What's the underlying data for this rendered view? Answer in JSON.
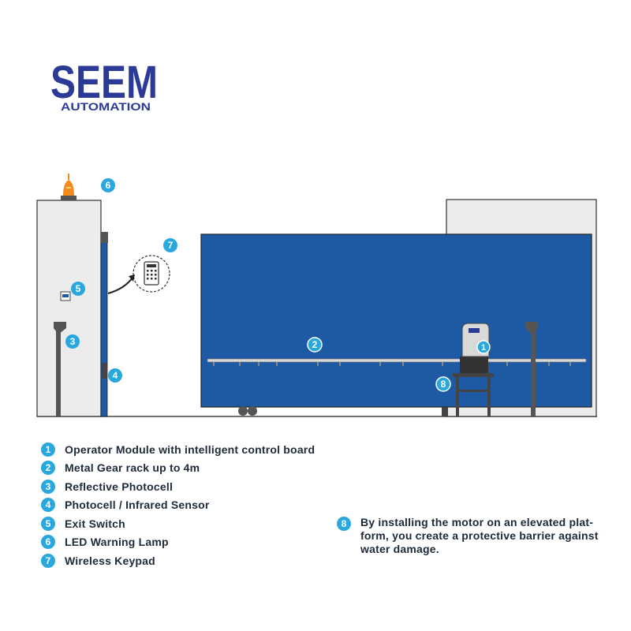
{
  "logo": {
    "brand": "SEEM",
    "tagline": "AUTOMATION",
    "brand_color": "#2b3a97"
  },
  "colors": {
    "gate_blue": "#1e5aa4",
    "callout_blue": "#29a8e0",
    "wall_gray": "#ececec",
    "outline": "#333333",
    "lamp_orange": "#f28c1e"
  },
  "diagram": {
    "keypad_icon": "keypad-icon",
    "lamp_icon": "warning-lamp-icon",
    "callouts": [
      {
        "number": "1",
        "label": "Operator Module"
      },
      {
        "number": "2",
        "label": "Metal Gear rack"
      },
      {
        "number": "3",
        "label": "Reflective Photocell"
      },
      {
        "number": "4",
        "label": "Photocell / Infrared Sensor"
      },
      {
        "number": "5",
        "label": "Exit Switch"
      },
      {
        "number": "6",
        "label": "LED Warning Lamp"
      },
      {
        "number": "7",
        "label": "Wireless Keypad"
      },
      {
        "number": "8",
        "label": "Elevated platform"
      }
    ]
  },
  "legend": [
    {
      "number": "1",
      "text": "Operator Module with intelligent control board"
    },
    {
      "number": "2",
      "text": "Metal Gear rack up to 4m"
    },
    {
      "number": "3",
      "text": "Reflective Photocell"
    },
    {
      "number": "4",
      "text": "Photocell / Infrared Sensor"
    },
    {
      "number": "5",
      "text": "Exit Switch"
    },
    {
      "number": "6",
      "text": "LED Warning Lamp"
    },
    {
      "number": "7",
      "text": "Wireless Keypad"
    }
  ],
  "note": {
    "number": "8",
    "text": "By installing the motor on an elevated plat-form, you create a protective barrier against water damage."
  }
}
